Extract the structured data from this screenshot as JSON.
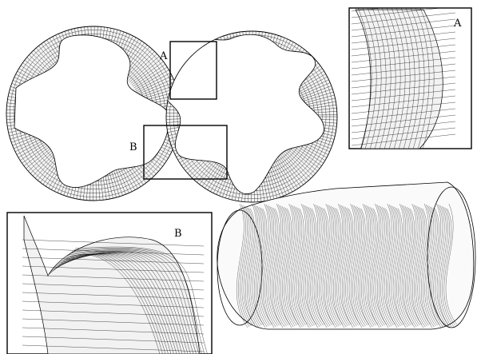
{
  "labels": {
    "callout_a": "A",
    "callout_b": "B",
    "inset_a": "A",
    "inset_b": "B"
  },
  "colors": {
    "line": "#000000",
    "mesh": "#000000",
    "background": "#ffffff"
  }
}
